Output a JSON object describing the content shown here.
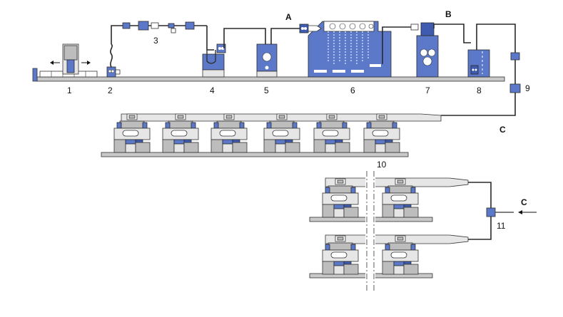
{
  "diagram": {
    "labels": {
      "n1": "1",
      "n2": "2",
      "n3": "3",
      "n4": "4",
      "n5": "5",
      "n6": "6",
      "n7": "7",
      "n8": "8",
      "n9": "9",
      "n10": "10",
      "n11": "11",
      "a": "A",
      "b": "B",
      "c_pipe": "C",
      "c_inlet": "C"
    },
    "colors": {
      "equipment_blue": "#5b78c9",
      "equipment_grey": "#bdbdbd",
      "floor_grey": "#c9c9c9"
    },
    "icons": [
      "double-arrow-icon",
      "arrow-left-icon"
    ]
  }
}
